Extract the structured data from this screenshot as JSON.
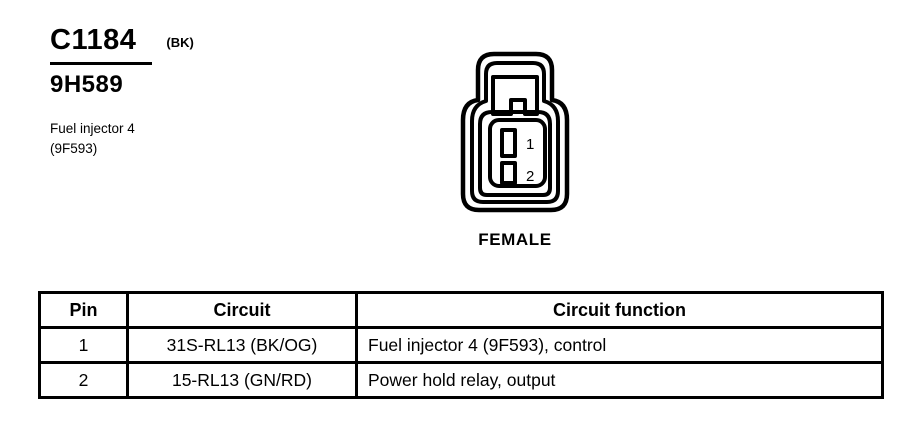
{
  "header": {
    "connector_id": "C1184",
    "connector_color": "(BK)",
    "part_number": "9H589",
    "description_line1": "Fuel injector 4",
    "description_line2": "(9F593)"
  },
  "figure": {
    "caption": "FEMALE",
    "pin_labels": [
      "1",
      "2"
    ]
  },
  "table": {
    "columns": [
      "Pin",
      "Circuit",
      "Circuit function"
    ],
    "rows": [
      {
        "pin": "1",
        "circuit": "31S-RL13 (BK/OG)",
        "function": "Fuel injector 4 (9F593), control"
      },
      {
        "pin": "2",
        "circuit": "15-RL13 (GN/RD)",
        "function": "Power hold relay, output"
      }
    ]
  },
  "colors": {
    "ink": "#000000",
    "background": "#ffffff"
  }
}
